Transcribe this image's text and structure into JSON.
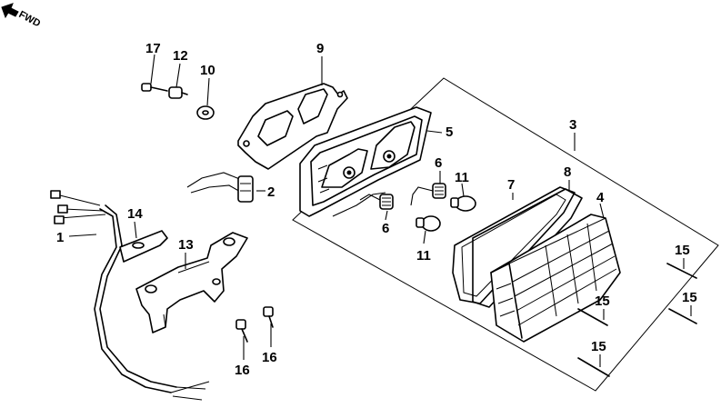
{
  "diagram": {
    "direction_label": "FWD",
    "callouts": {
      "c1": "1",
      "c2": "2",
      "c3": "3",
      "c4": "4",
      "c5": "5",
      "c6a": "6",
      "c6b": "6",
      "c7": "7",
      "c8": "8",
      "c9": "9",
      "c10": "10",
      "c11a": "11",
      "c11b": "11",
      "c12": "12",
      "c13": "13",
      "c14": "14",
      "c15a": "15",
      "c15b": "15",
      "c15c": "15",
      "c15d": "15",
      "c16a": "16",
      "c16b": "16",
      "c17": "17"
    }
  }
}
